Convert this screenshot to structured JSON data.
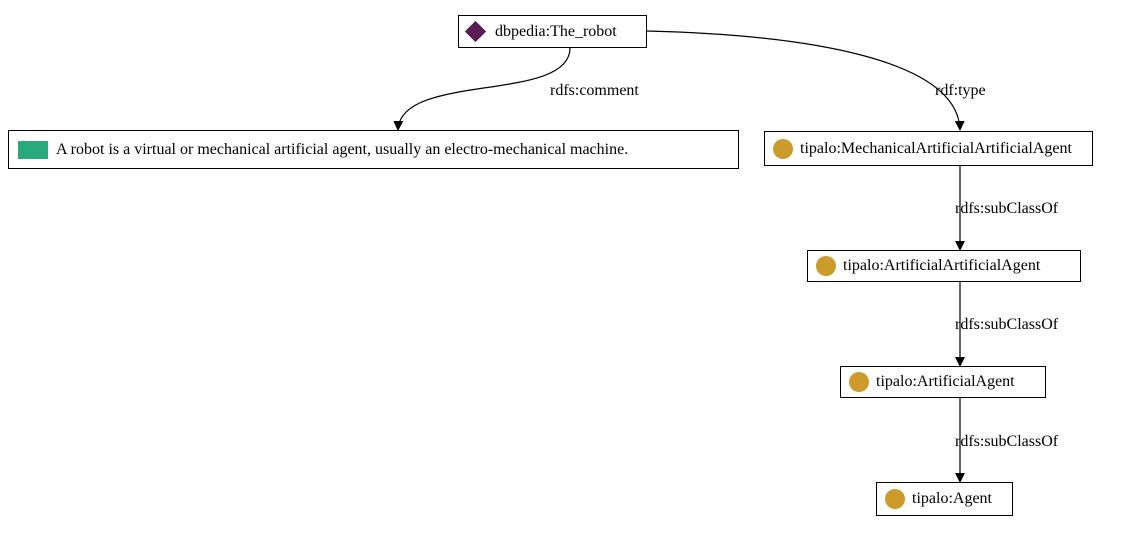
{
  "colors": {
    "individual": "#5a1a55",
    "literal": "#2aa97c",
    "class": "#cc9b2c",
    "stroke": "#000000"
  },
  "nodes": {
    "robot": {
      "label": "dbpedia:The_robot",
      "icon": "diamond-icon"
    },
    "comment": {
      "label": "A robot is a virtual or mechanical artificial agent, usually an electro-mechanical machine.",
      "icon": "literal-rect-icon"
    },
    "mechanical": {
      "label": "tipalo:MechanicalArtificialArtificialAgent",
      "icon": "class-circle-icon"
    },
    "artificial_artificial": {
      "label": "tipalo:ArtificialArtificialAgent",
      "icon": "class-circle-icon"
    },
    "artificial": {
      "label": "tipalo:ArtificialAgent",
      "icon": "class-circle-icon"
    },
    "agent": {
      "label": "tipalo:Agent",
      "icon": "class-circle-icon"
    }
  },
  "edges": {
    "comment": {
      "label": "rdfs:comment"
    },
    "type": {
      "label": "rdf:type"
    },
    "subclass1": {
      "label": "rdfs:subClassOf"
    },
    "subclass2": {
      "label": "rdfs:subClassOf"
    },
    "subclass3": {
      "label": "rdfs:subClassOf"
    }
  }
}
